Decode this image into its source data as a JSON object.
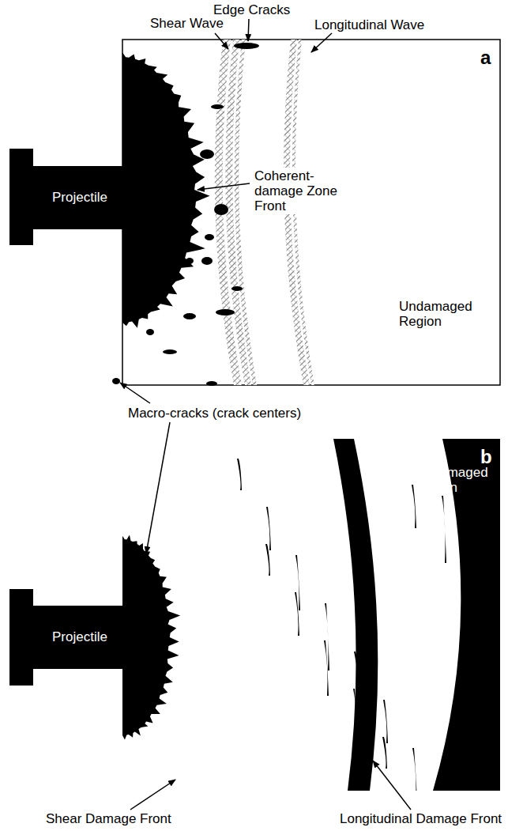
{
  "diagram": {
    "nodes": [
      {
        "text": [
          "Projectile"
        ]
      },
      {
        "text": [
          "Projectile"
        ]
      }
    ],
    "labels": [
      "Shear Wave",
      "Edge Cracks",
      "Longitudinal Wave",
      "a",
      "Coherent-damage Zone Front",
      "Undamaged Region",
      "Macro-cracks (crack centers)",
      "b",
      "Undamaged Region",
      "Shear Damage Front",
      "Longitudinal Damage Front"
    ]
  }
}
